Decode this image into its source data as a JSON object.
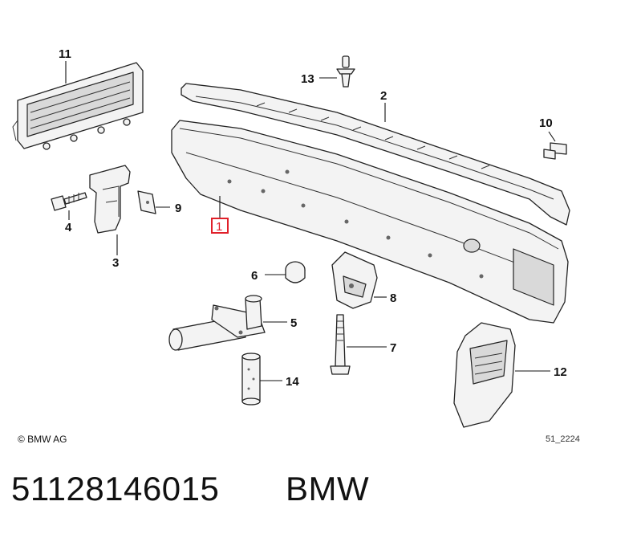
{
  "callouts": {
    "c1": "1",
    "c2": "2",
    "c3": "3",
    "c4": "4",
    "c5": "5",
    "c6": "6",
    "c7": "7",
    "c8": "8",
    "c9": "9",
    "c10": "10",
    "c11": "11",
    "c12": "12",
    "c13": "13",
    "c14": "14"
  },
  "highlight_color": "#e0202a",
  "copyright": "© BMW AG",
  "diagram_code": "51_2224",
  "footer": {
    "part_number": "51128146015",
    "brand": "BMW"
  }
}
